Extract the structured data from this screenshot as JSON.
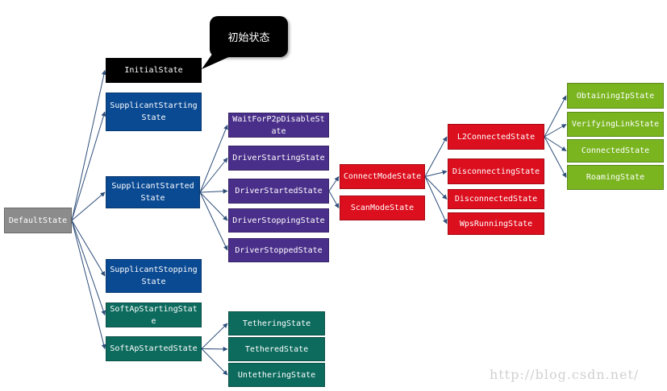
{
  "callout": {
    "text": "初始状态"
  },
  "watermark": "http://blog.csdn.net/",
  "colors": {
    "gray": "#8c8c8c",
    "black": "#000000",
    "blue": "#0a4a93",
    "purple": "#4a2f8a",
    "teal": "#0d6b5e",
    "red": "#dc0f1e",
    "green": "#7ab520",
    "connector": "#2e4e7a"
  },
  "nodes": {
    "default": "DefaultState",
    "initial": "InitialState",
    "supplicant_starting": "SupplicantStarting State",
    "supplicant_started": "SupplicantStarted State",
    "supplicant_stopping": "SupplicantStopping State",
    "softap_starting": "SoftApStartingState",
    "softap_started": "SoftApStartedState",
    "wait_p2p": "WaitForP2pDisableState",
    "driver_starting": "DriverStartingState",
    "driver_started": "DriverStartedState",
    "driver_stopping": "DriverStoppingState",
    "driver_stopped": "DriverStoppedState",
    "tethering": "TetheringState",
    "tethered": "TetheredState",
    "untethering": "UntetheringState",
    "connect_mode": "ConnectModeState",
    "scan_mode": "ScanModeState",
    "l2_connected": "L2ConnectedState",
    "disconnecting": "DisconnectingState",
    "disconnected": "DisconnectedState",
    "wps_running": "WpsRunningState",
    "obtaining_ip": "ObtainingIpState",
    "verifying_link": "VerifyingLinkState",
    "connected": "ConnectedState",
    "roaming": "RoamingState"
  },
  "edges": [
    [
      "default",
      "initial"
    ],
    [
      "default",
      "supplicant_starting"
    ],
    [
      "default",
      "supplicant_started"
    ],
    [
      "default",
      "supplicant_stopping"
    ],
    [
      "default",
      "softap_starting"
    ],
    [
      "default",
      "softap_started"
    ],
    [
      "supplicant_started",
      "wait_p2p"
    ],
    [
      "supplicant_started",
      "driver_starting"
    ],
    [
      "supplicant_started",
      "driver_started"
    ],
    [
      "supplicant_started",
      "driver_stopping"
    ],
    [
      "supplicant_started",
      "driver_stopped"
    ],
    [
      "softap_started",
      "tethering"
    ],
    [
      "softap_started",
      "tethered"
    ],
    [
      "softap_started",
      "untethering"
    ],
    [
      "driver_started",
      "connect_mode"
    ],
    [
      "driver_started",
      "scan_mode"
    ],
    [
      "connect_mode",
      "l2_connected"
    ],
    [
      "connect_mode",
      "disconnecting"
    ],
    [
      "connect_mode",
      "disconnected"
    ],
    [
      "connect_mode",
      "wps_running"
    ],
    [
      "l2_connected",
      "obtaining_ip"
    ],
    [
      "l2_connected",
      "verifying_link"
    ],
    [
      "l2_connected",
      "connected"
    ],
    [
      "l2_connected",
      "roaming"
    ]
  ]
}
